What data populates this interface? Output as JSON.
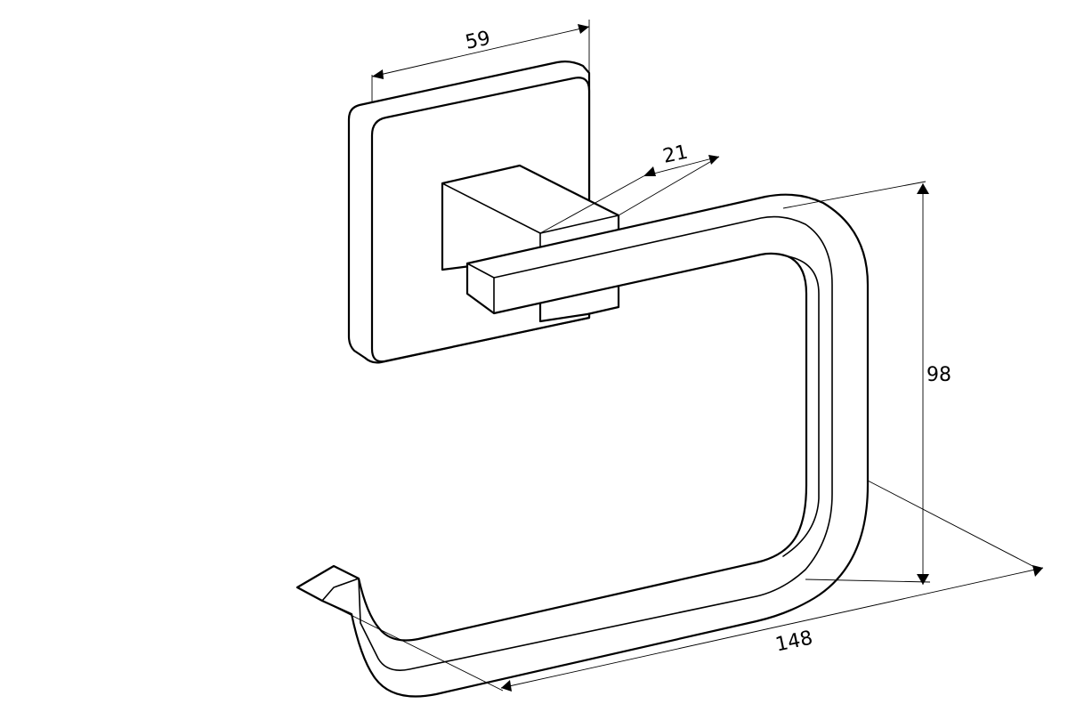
{
  "drawing": {
    "line_color": "#000000",
    "background": "#ffffff",
    "dimensions": {
      "width": "59",
      "depth": "21",
      "height": "98",
      "length": "148"
    }
  }
}
